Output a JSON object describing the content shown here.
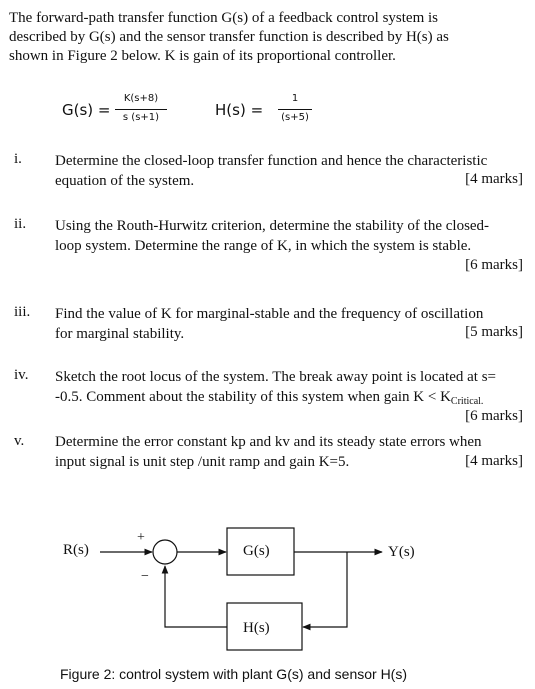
{
  "intro": {
    "line1": "The forward-path transfer function G(s) of a feedback control system is",
    "line2": "described by G(s) and the sensor transfer function is described by H(s) as",
    "line3": "shown in Figure 2 below. K is gain of its proportional controller."
  },
  "equations": {
    "g_lhs": "G(s) =",
    "g_num": "K(s+8)",
    "g_den": "s (s+1)",
    "h_lhs": "H(s) =",
    "h_num": "1",
    "h_den": "(s+5)"
  },
  "questions": [
    {
      "number": "i.",
      "lines": [
        "Determine the closed-loop transfer function and hence the characteristic",
        "equation of the system."
      ],
      "marks": "[4 marks]"
    },
    {
      "number": "ii.",
      "lines": [
        "Using the Routh-Hurwitz criterion, determine the stability of the closed-",
        "loop system. Determine the range of K, in which the system is stable."
      ],
      "marks": "[6 marks]"
    },
    {
      "number": "iii.",
      "lines": [
        "Find the value of K for marginal-stable and the frequency of oscillation",
        "for marginal stability."
      ],
      "marks": "[5 marks]"
    },
    {
      "number": "iv.",
      "lines": [
        "Sketch the root locus of the system. The break away point is located at s=",
        "-0.5. Comment about the stability of this system when gain K < K"
      ],
      "subscript": "Critical.",
      "marks": "[6 marks]"
    },
    {
      "number": "v.",
      "lines": [
        "Determine the error constant kp and kv and its steady state errors when",
        "input signal is unit step /unit ramp and gain K=5."
      ],
      "marks": "[4 marks]"
    }
  ],
  "diagram": {
    "input_label": "R(s)",
    "output_label": "Y(s)",
    "forward_block": "G(s)",
    "feedback_block": "H(s)",
    "plus_sign": "+",
    "minus_sign": "−"
  },
  "caption": "Figure 2: control system with plant G(s) and sensor H(s)"
}
